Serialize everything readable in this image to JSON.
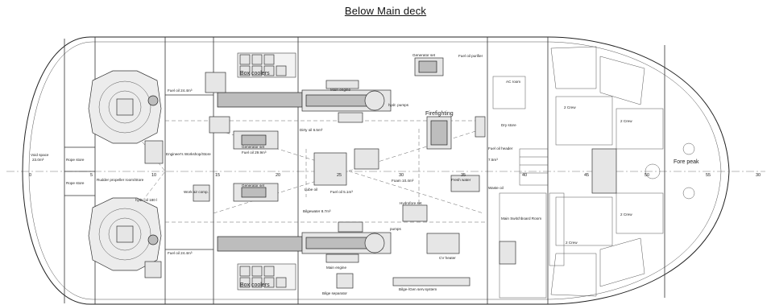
{
  "title": "Below Main deck",
  "scale": {
    "ticks": [
      "0",
      "5",
      "10",
      "15",
      "20",
      "25",
      "30",
      "35",
      "40",
      "45",
      "50",
      "55",
      "30"
    ]
  },
  "labels": {
    "void_space": "Void space",
    "void_volume": "23.0m³",
    "rope_store_top": "Rope store",
    "rope_store_bottom": "Rope store",
    "rudder_room": "Rudder propeller room/Store",
    "fuel_oil_top": "Fuel oil 24.4m³",
    "fuel_oil_bottom": "Fuel oil 24.4m³",
    "box_coolers_top": "Box coolers",
    "box_coolers_bottom": "Box coolers",
    "main_engine_top": "Main engine",
    "main_engine_bottom": "Main engine",
    "hydr_pumps_top": "hydr. pumps",
    "hydr_pumps_bottom": "pumps",
    "generator_set_top": "Generator set",
    "fuel_oil_purifier": "Fuel oil purifier",
    "firefighting": "Firefighting",
    "dirty_oil": "Dirty oil 6.5m³",
    "engineers_workshop": "Engineer's Workshop/Store",
    "generator_set_mid": "Generator set",
    "fuel_oil_mid": "Fuel oil 29.9m³",
    "generator_set_low": "Generator set",
    "lube_oil": "Lube oil",
    "fuel_oil_small": "Fuel oil 5.1m³",
    "foam": "Foam 10.4m³",
    "fresh_water": "Fresh water",
    "fuel_oil_header": "Fuel oil header",
    "header_volume": "7.5m³",
    "waste_oil": "Waste oil",
    "hydr_oil": "hydr. oil 180 l",
    "work_air_comp": "Work air comp.",
    "bilgewater": "Bilgewater 8.7m³",
    "hydrofore": "Hydrofore set",
    "bilge_separator": "Bilge separator",
    "bilge_gen": "Bilge-/Gen serv.system",
    "cv_heater": "CV heater",
    "ac_room": "AC room",
    "dry_store": "Dry store",
    "main_switchboard": "Main Switchboard Room",
    "crew_1": "2 Crew",
    "crew_2": "2 Crew",
    "crew_3": "2 Crew",
    "crew_4": "2 Crew",
    "fore_peak": "Fore peak"
  }
}
